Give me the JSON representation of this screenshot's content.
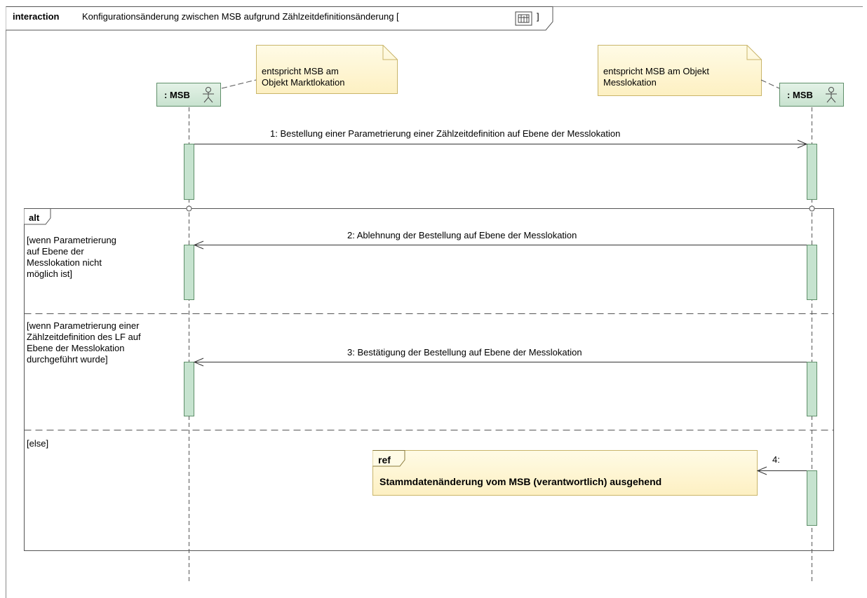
{
  "frame": {
    "keyword": "interaction",
    "title": "Konfigurationsänderung zwischen MSB aufgrund Zählzeitdefinitionsänderung [",
    "title_close": "]",
    "icon": "diagram-table-icon"
  },
  "lifelines": [
    {
      "id": "left",
      "label": ": MSB",
      "icon": "actor-icon"
    },
    {
      "id": "right",
      "label": ": MSB",
      "icon": "actor-icon"
    }
  ],
  "notes": [
    {
      "lines": [
        "entspricht MSB am",
        "Objekt Marktlokation"
      ]
    },
    {
      "lines": [
        "entspricht MSB am Objekt",
        "Messlokation"
      ]
    }
  ],
  "messages": [
    {
      "label": "1: Bestellung einer Parametrierung einer Zählzeitdefinition auf Ebene der Messlokation"
    },
    {
      "label": "2: Ablehnung der Bestellung auf Ebene der Messlokation"
    },
    {
      "label": "3: Bestätigung der Bestellung auf Ebene der Messlokation"
    },
    {
      "label": "4:"
    }
  ],
  "alt": {
    "keyword": "alt",
    "guards": [
      {
        "lines": [
          "[wenn Parametrierung",
          "auf Ebene der",
          "Messlokation nicht",
          "möglich ist]"
        ]
      },
      {
        "lines": [
          "[wenn Parametrierung einer",
          "Zählzeitdefinition des LF auf",
          "Ebene der Messlokation",
          "durchgeführt wurde]"
        ]
      },
      {
        "lines": [
          "[else]"
        ]
      }
    ]
  },
  "ref": {
    "keyword": "ref",
    "text": "Stammdatenänderung vom MSB (verantwortlich) ausgehend"
  },
  "colors": {
    "lifeline_head_fill": "#d5e9d9",
    "lifeline_head_stroke": "#5f8f6a",
    "activation_fill": "#c6e3cf",
    "activation_stroke": "#5f8f6a",
    "note_fill": "#fff6d2",
    "note_stroke": "#c9b56a",
    "ref_fill": "#fff6d2"
  }
}
